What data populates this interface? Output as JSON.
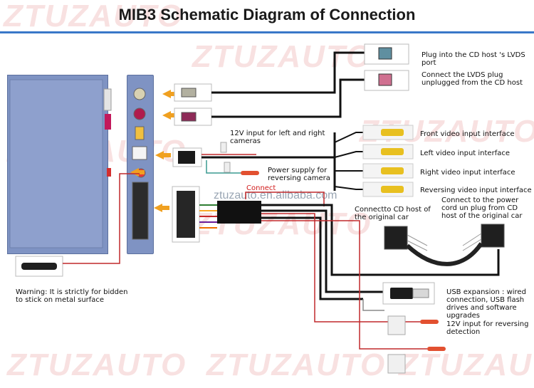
{
  "title": "MIB3 Schematic Diagram of Connection",
  "watermark": {
    "brand": "ZTUZAUTO",
    "site": "ztuzauto.en.alibaba.com"
  },
  "labels": {
    "lvds_host": [
      "Plug into the CD host 's LVDS",
      "port"
    ],
    "lvds_plug": [
      "Connect the LVDS plug",
      "unplugged from the CD host"
    ],
    "front_video": "Front video input interface",
    "left_video": "Left video input interface",
    "right_video": "Right video input interface",
    "reversing_video": "Reversing video input interface",
    "input_12v_lr": [
      "12V input for left and right",
      "cameras"
    ],
    "power_camera": [
      "Power supply for",
      "reversing camera"
    ],
    "connect": "Connect",
    "cd_host": [
      "Connectto CD host of",
      "the original car"
    ],
    "power_cord": [
      "Connect to the power",
      "cord un plug from CD",
      "host of the original car"
    ],
    "usb": [
      "USB expansion : wired",
      "connection, USB flash",
      "drives and software",
      "upgrades"
    ],
    "input_12v_rev": [
      "12V input for reversing",
      "detection"
    ],
    "warning": [
      "Warning: It is strictly for bidden",
      "to stick on metal surface"
    ]
  },
  "colors": {
    "wire_black": "#111111",
    "wire_red": "#c0282b",
    "arrow": "#f0a020",
    "box_blue": "#7f93c3",
    "rule": "#3a78c8"
  }
}
